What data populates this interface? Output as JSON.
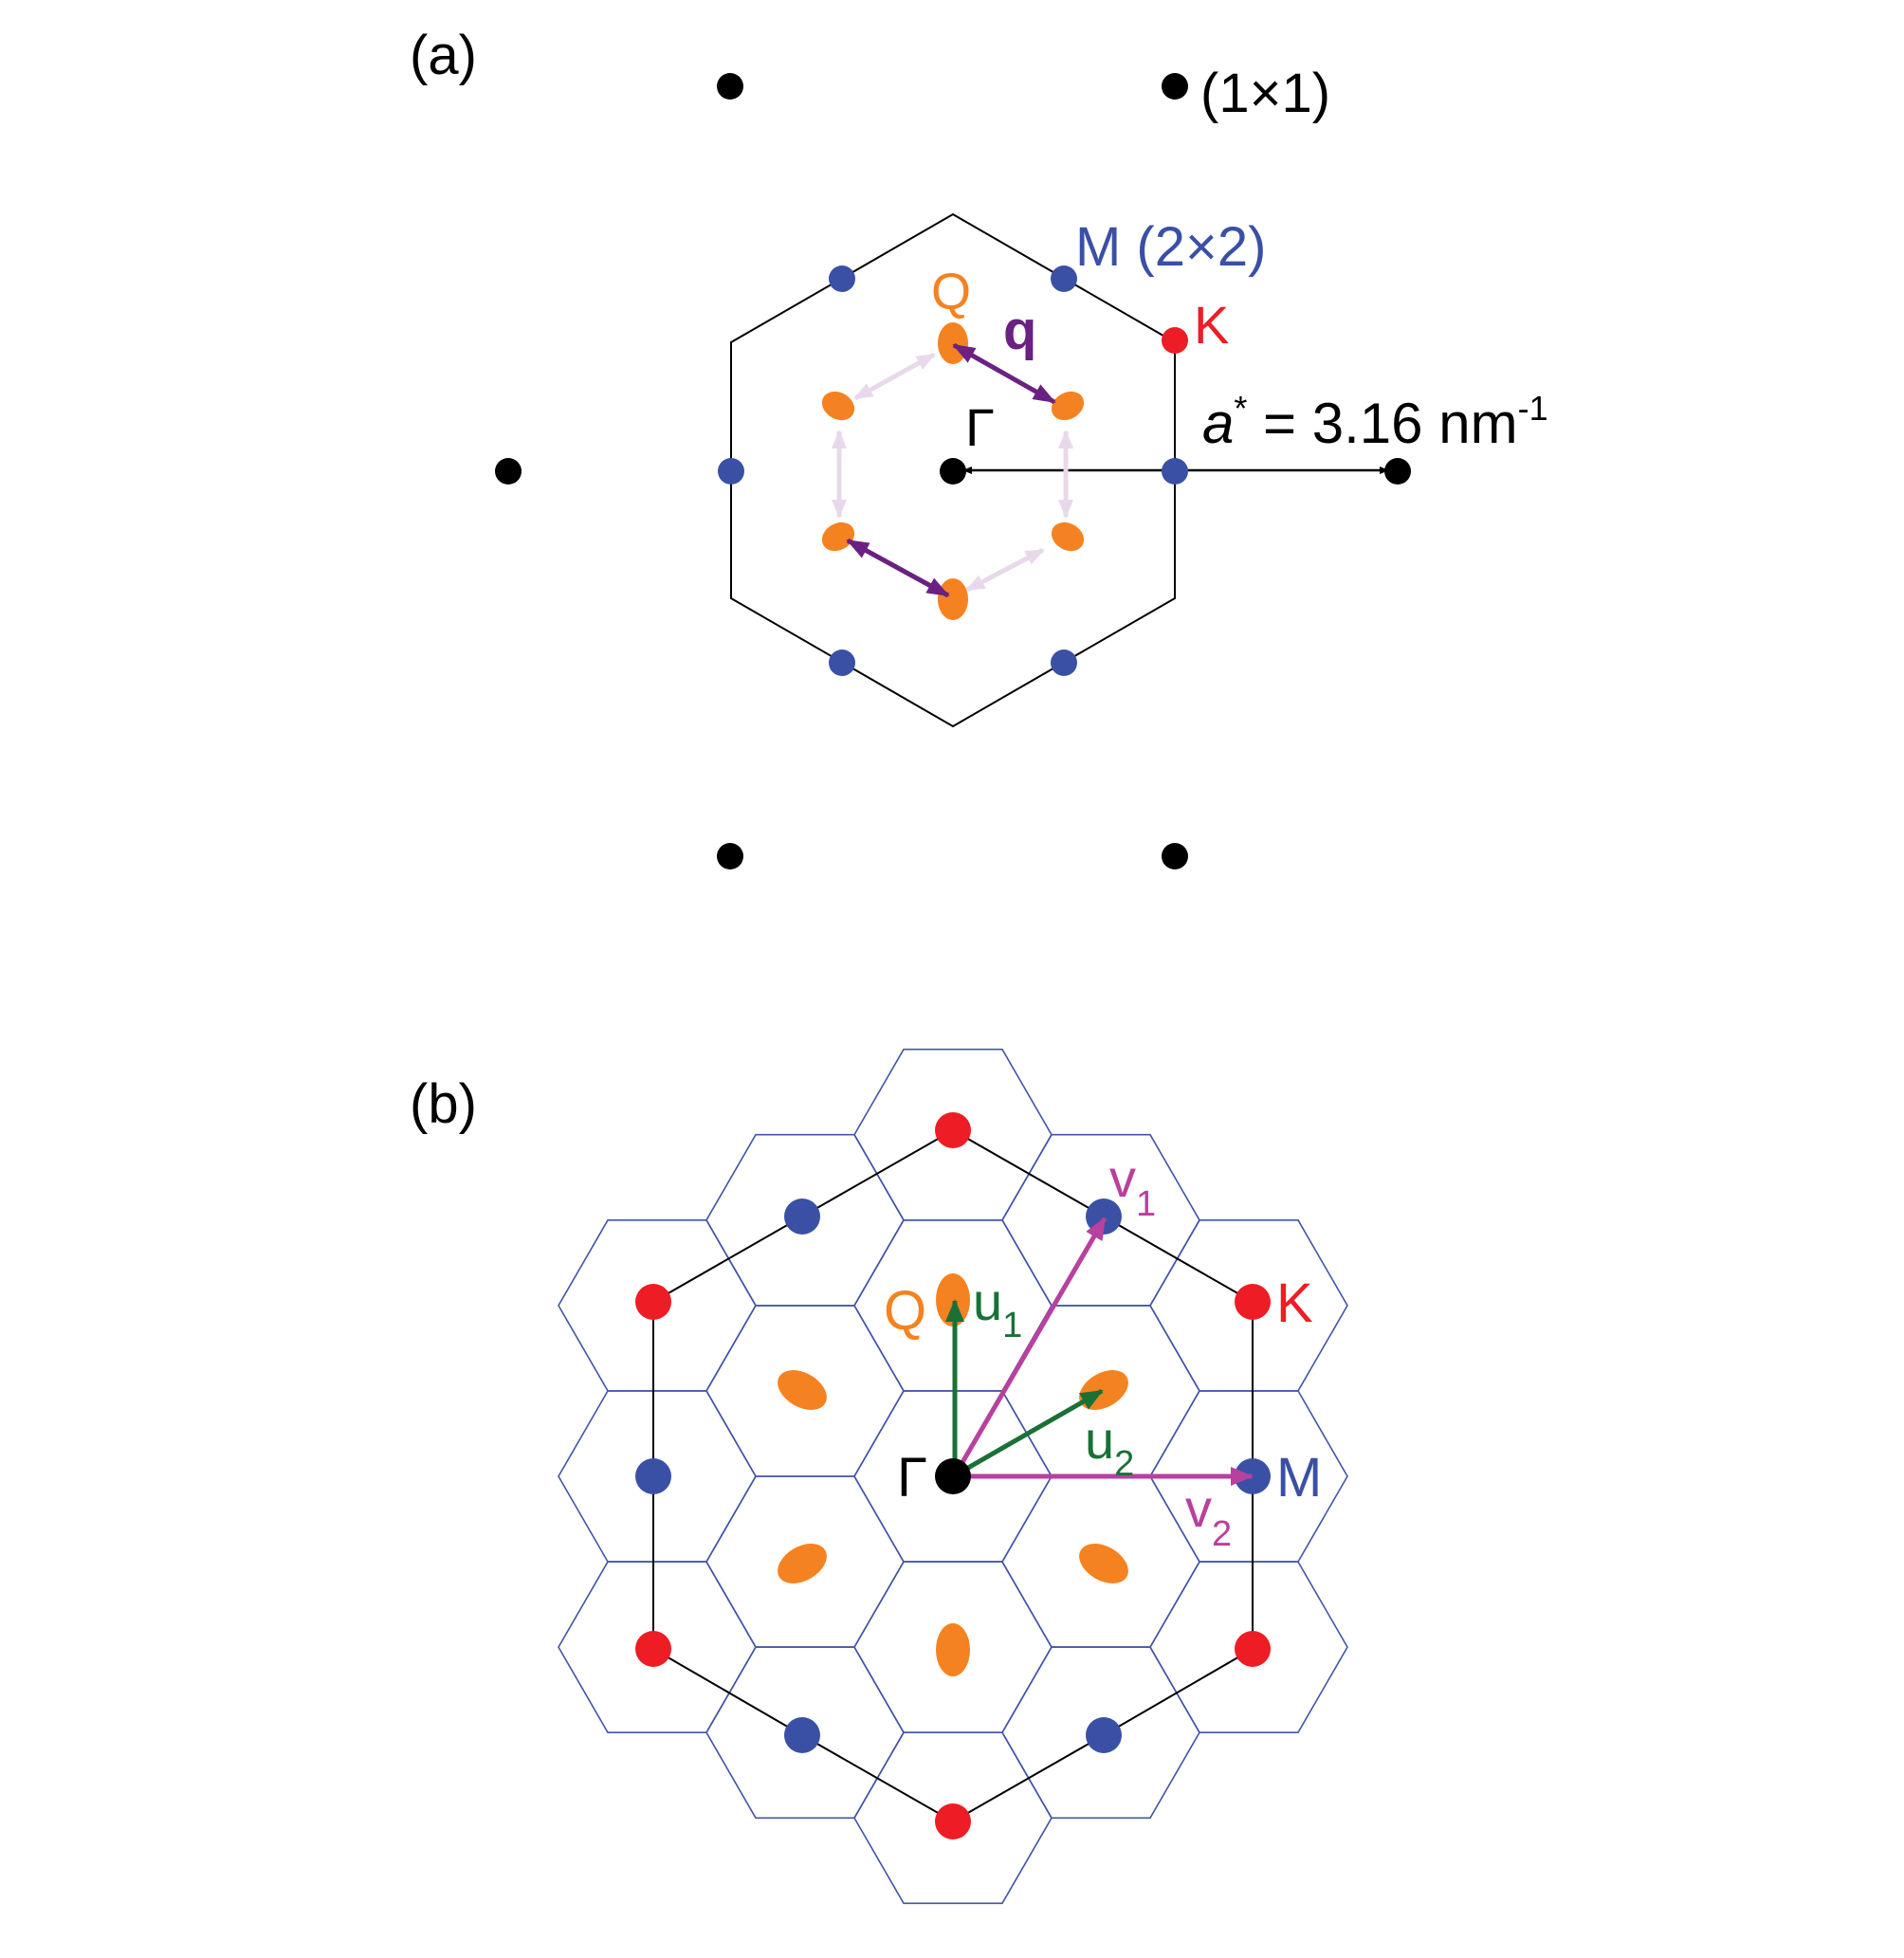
{
  "colors": {
    "black": "#000000",
    "blue_point": "#3a50a5",
    "red_point": "#ee1c24",
    "orange_pocket": "#f58220",
    "purple_q": "#6b2182",
    "pale_q": "#e8d9ea",
    "green_u": "#1a7136",
    "magenta_v": "#b8409e",
    "grid_blue": "#4354a8"
  },
  "panel_a": {
    "label": "(a)",
    "bragg_label": "(1×1)",
    "m_label": "M (2×2)",
    "q_point_label": "Q",
    "k_label": "K",
    "q_vector_label": "q",
    "gamma_label": "Γ",
    "astar_symbol": "a",
    "astar_sup": "*",
    "astar_value": " = 3.16 nm",
    "astar_exp": "-1"
  },
  "panel_b": {
    "label": "(b)",
    "q_point_label": "Q",
    "k_label": "K",
    "m_label": "M",
    "gamma_label": "Γ",
    "u1": {
      "base": "u",
      "sub": "1"
    },
    "u2": {
      "base": "u",
      "sub": "2"
    },
    "v1": {
      "base": "v",
      "sub": "1"
    },
    "v2": {
      "base": "v",
      "sub": "2"
    }
  }
}
